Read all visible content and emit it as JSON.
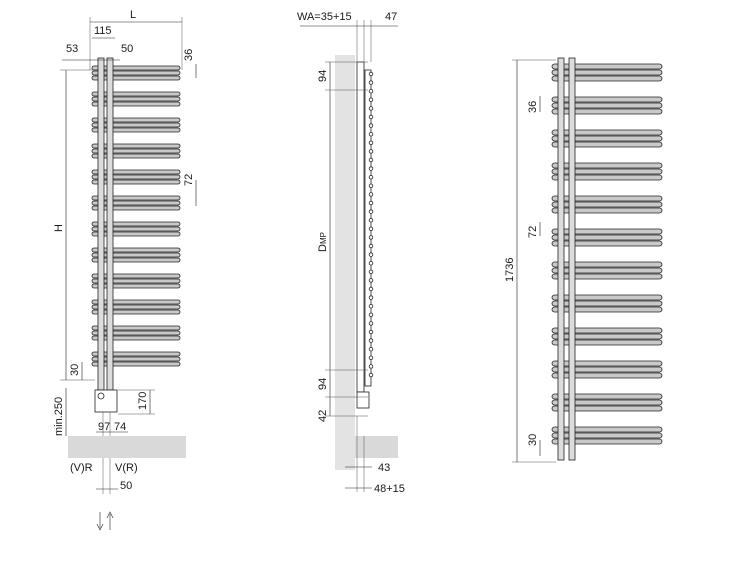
{
  "front_view": {
    "labels": {
      "width": "L",
      "height": "H",
      "d115": "115",
      "d53": "53",
      "d50_top": "50",
      "d36": "36",
      "d72": "72",
      "d30": "30",
      "d170": "170",
      "min250": "min.250",
      "d97": "97",
      "d74": "74",
      "vr_left": "(V)R",
      "vr_right": "V(R)",
      "d50_bottom": "50"
    }
  },
  "side_view": {
    "labels": {
      "wa": "WA=35+15",
      "d47": "47",
      "d94_top": "94",
      "dmp": "D",
      "dmp_sub": "MP",
      "d94_bottom": "94",
      "d42": "42",
      "d43": "43",
      "d48": "48+15"
    }
  },
  "right_view": {
    "labels": {
      "total_height": "1736",
      "d36": "36",
      "d72": "72",
      "d30": "30"
    }
  }
}
